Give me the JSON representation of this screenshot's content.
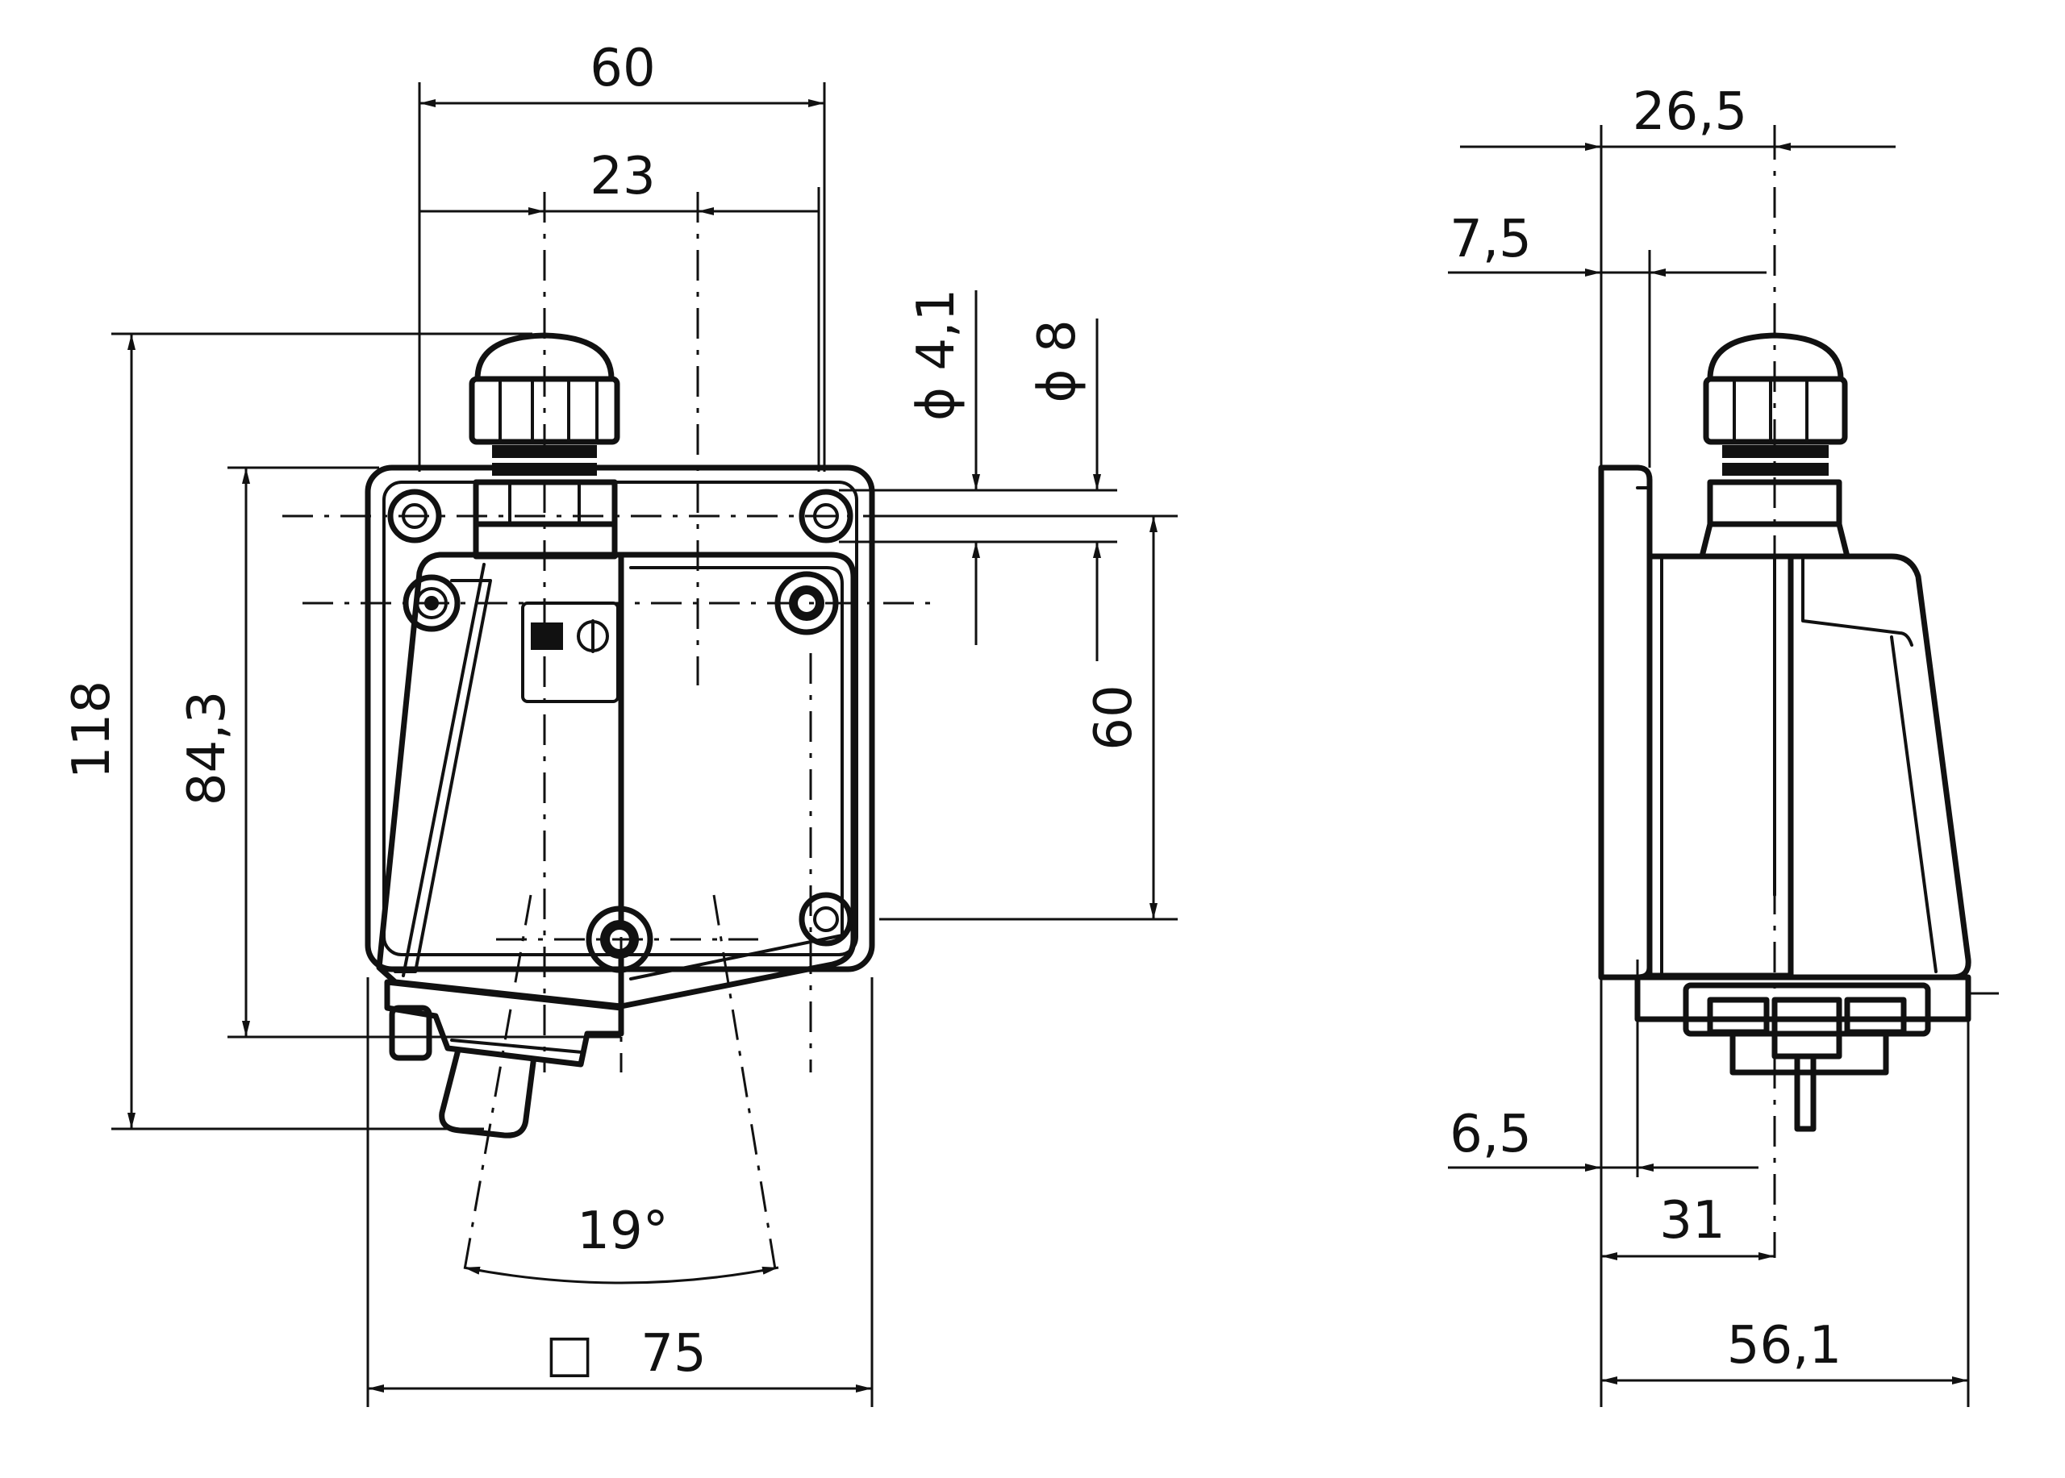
{
  "front_view": {
    "width_top": "60",
    "hole_spacing_top": "23",
    "height_total": "118",
    "height_body": "84,3",
    "hole_spacing_vertical": "60",
    "hole_diameter_small": "ϕ 4,1",
    "hole_diameter_large": "ϕ 8",
    "tilt_angle": "19°",
    "square_size_symbol": "□",
    "square_size": "75"
  },
  "side_view": {
    "depth_top": "26,5",
    "flange_offset": "7,5",
    "bottom_offset": "6,5",
    "center_depth": "31",
    "depth_total": "56,1"
  }
}
